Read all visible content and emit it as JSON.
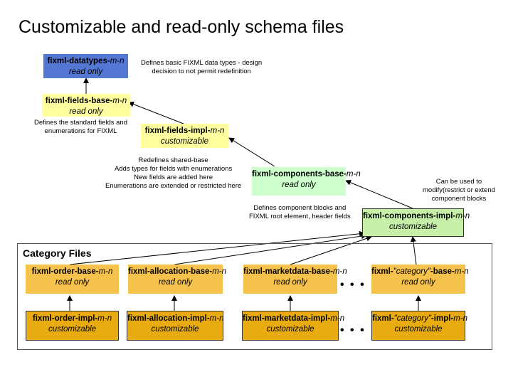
{
  "title": "Customizable and read-only schema files",
  "category_label": "Category Files",
  "boxes": {
    "datatypes": {
      "name": "fixml-datatypes-",
      "suffix": "m-n",
      "status": "read only"
    },
    "fields_base": {
      "name": "fixml-fields-base-",
      "suffix": "m-n",
      "status": "read only"
    },
    "fields_impl": {
      "name": "fixml-fields-impl-",
      "suffix": "m-n",
      "status": "customizable"
    },
    "components_base": {
      "name": "fixml-components-base-",
      "suffix": "m-n",
      "status": "read only"
    },
    "components_impl": {
      "name": "fixml-components-impl-",
      "suffix": "m-n",
      "status": "customizable"
    },
    "order_base": {
      "name": "fixml-order-base-",
      "suffix": "m-n",
      "status": "read only"
    },
    "allocation_base": {
      "name": "fixml-allocation-base-",
      "suffix": "m-n",
      "status": "read only"
    },
    "marketdata_base": {
      "name": "fixml-marketdata-base-",
      "suffix": "m-n",
      "status": "read only"
    },
    "category_base": {
      "prefix": "fixml-",
      "category": "\"category\"",
      "name": "-base-",
      "suffix": "m-n",
      "status": "read only"
    },
    "order_impl": {
      "name": "fixml-order-impl-",
      "suffix": "m-n",
      "status": "customizable"
    },
    "allocation_impl": {
      "name": "fixml-allocation-impl-",
      "suffix": "m-n",
      "status": "customizable"
    },
    "marketdata_impl": {
      "name": "fixml-marketdata-impl-",
      "suffix": "m-n",
      "status": "customizable"
    },
    "category_impl": {
      "prefix": "fixml-",
      "category": "\"category\"",
      "name": "-impl-",
      "suffix": "m-n",
      "status": "customizable"
    }
  },
  "notes": {
    "datatypes": [
      "Defines basic FIXML data types - design",
      "decision to not permit redefinition"
    ],
    "fields_base": [
      "Defines the standard fields and",
      "enumerations for FIXML"
    ],
    "fields_impl": [
      "Redefines shared-base",
      "Adds types for fields with enumerations",
      "New fields are added here",
      "Enumerations are extended or restricted here"
    ],
    "components_base": [
      "Defines component blocks and",
      "FIXML root element, header fields"
    ],
    "components_impl": [
      "Can be used to",
      "modify(restrict or extend",
      "component blocks"
    ]
  },
  "ellipsis": "• • •"
}
